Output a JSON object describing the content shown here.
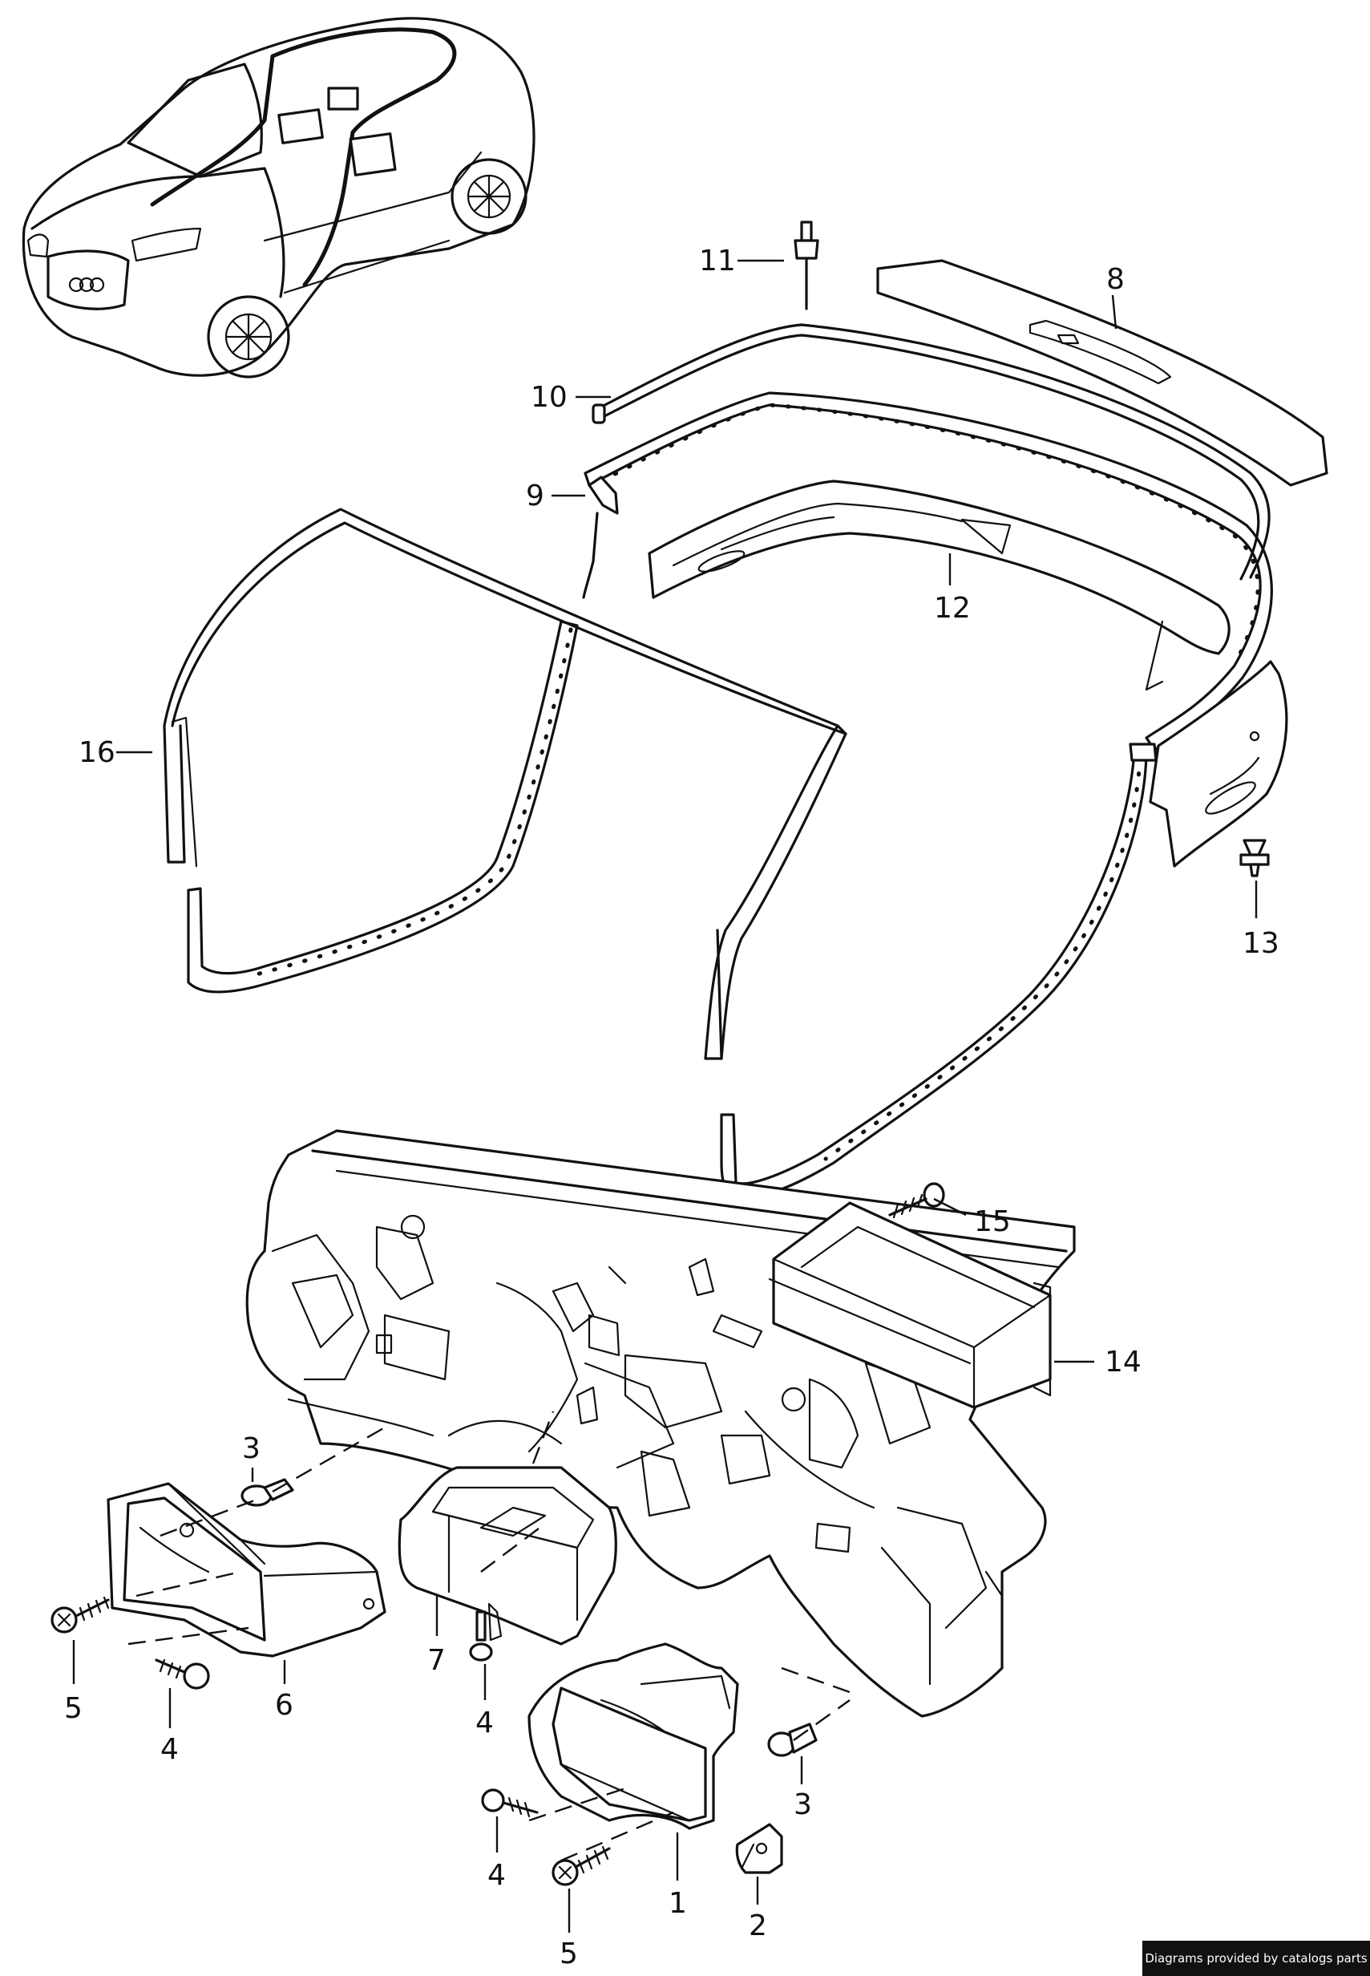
{
  "diagram": {
    "credit": "Diagrams provided by catalogs parts",
    "callouts": [
      {
        "id": "c1",
        "label": "1"
      },
      {
        "id": "c2",
        "label": "2"
      },
      {
        "id": "c3a",
        "label": "3"
      },
      {
        "id": "c3b",
        "label": "3"
      },
      {
        "id": "c4a",
        "label": "4"
      },
      {
        "id": "c4b",
        "label": "4"
      },
      {
        "id": "c4c",
        "label": "4"
      },
      {
        "id": "c5a",
        "label": "5"
      },
      {
        "id": "c5b",
        "label": "5"
      },
      {
        "id": "c6",
        "label": "6"
      },
      {
        "id": "c7",
        "label": "7"
      },
      {
        "id": "c8",
        "label": "8"
      },
      {
        "id": "c9",
        "label": "9"
      },
      {
        "id": "c10",
        "label": "10"
      },
      {
        "id": "c11",
        "label": "11"
      },
      {
        "id": "c12",
        "label": "12"
      },
      {
        "id": "c13",
        "label": "13"
      },
      {
        "id": "c14",
        "label": "14"
      },
      {
        "id": "c15",
        "label": "15"
      },
      {
        "id": "c16",
        "label": "16"
      }
    ]
  }
}
